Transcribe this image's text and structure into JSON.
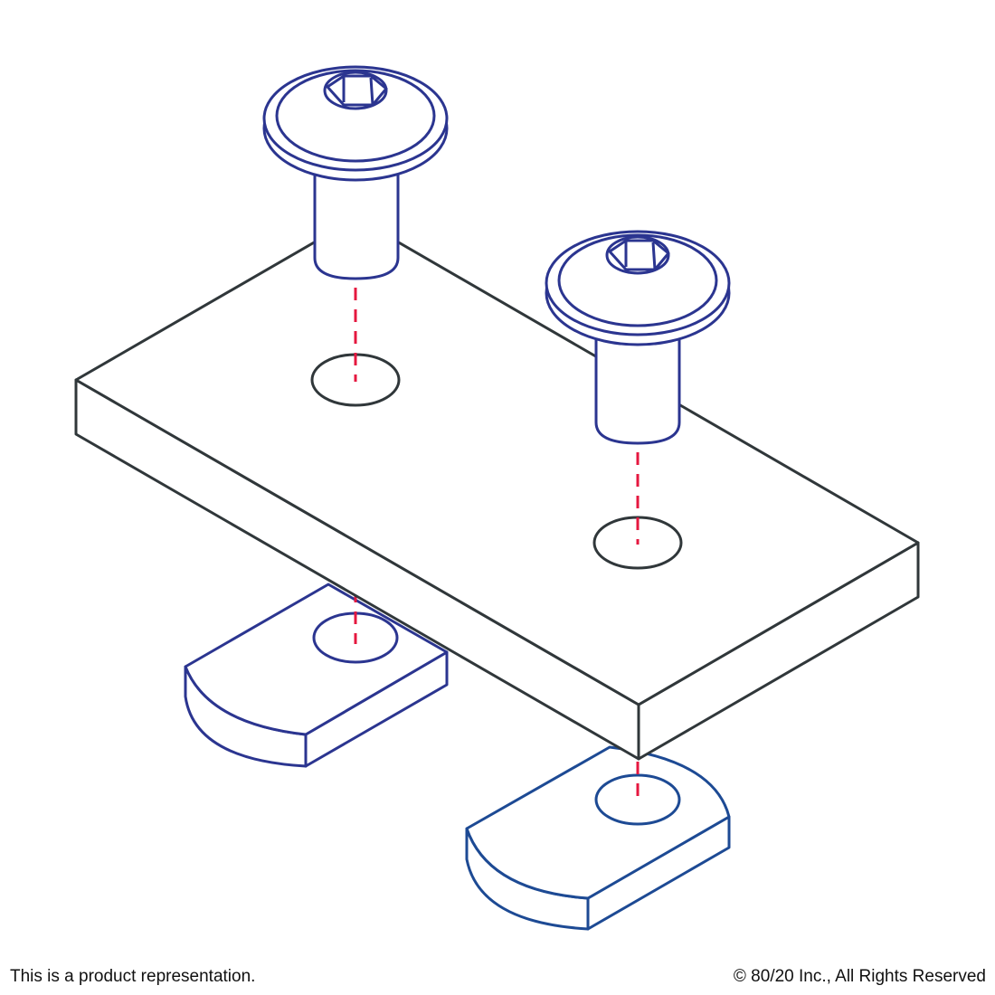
{
  "footer": {
    "disclaimer": "This is a product representation.",
    "copyright": "© 80/20 Inc., All Rights Reserved"
  },
  "colors": {
    "plate": "#30373a",
    "screw": "#2b3590",
    "tnut_left": "#2b3590",
    "tnut_right": "#1d4a94",
    "alignment_line": "#e5173f"
  },
  "parts": [
    "plate",
    "button-head-screw",
    "button-head-screw",
    "t-nut",
    "t-nut"
  ]
}
